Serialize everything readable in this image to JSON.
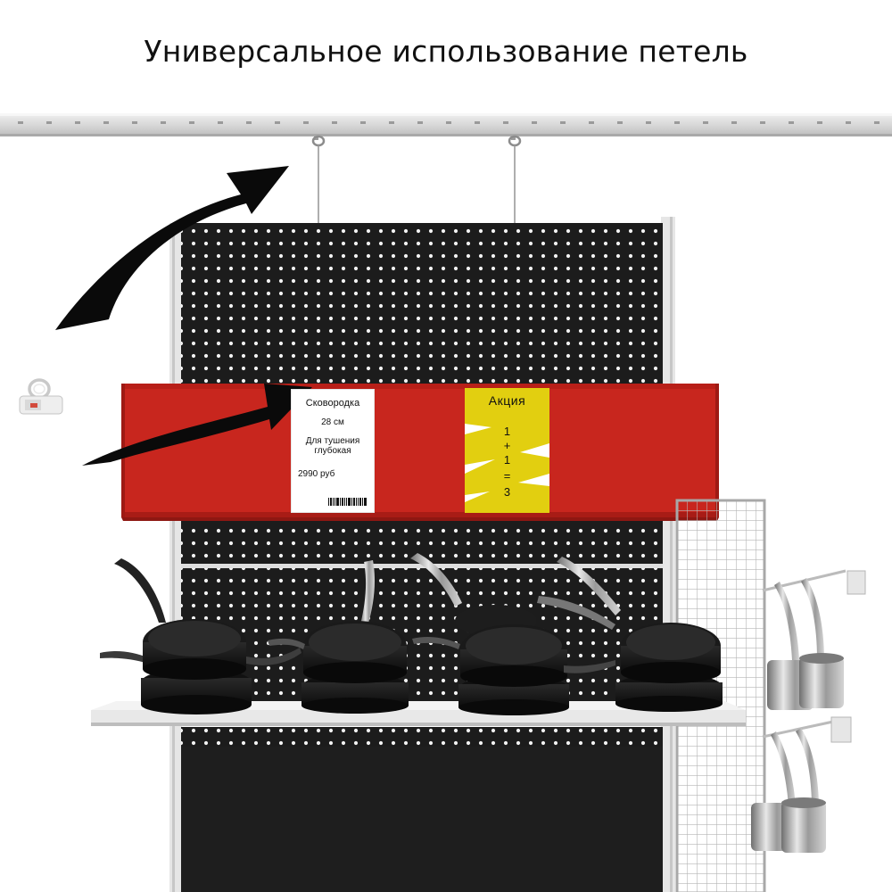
{
  "title": "Универсальное использование петель",
  "price_tag": {
    "name": "Сковородка",
    "size": "28 см",
    "description": "Для тушения глубокая",
    "price": "2990 руб"
  },
  "promo_tag": {
    "title": "Акция",
    "lines": [
      "1",
      "+",
      "1",
      "=",
      "3"
    ]
  },
  "colors": {
    "banner_red": "#c8261e",
    "promo_yellow": "#e2cf10",
    "panel_black": "#1c1c1c",
    "rail_grey": "#d9d9d9",
    "arrow_black": "#0a0a0a"
  },
  "icons": [
    "arrow-icon",
    "ceiling-hook-icon",
    "hanging-loop-icon",
    "barcode-icon"
  ]
}
